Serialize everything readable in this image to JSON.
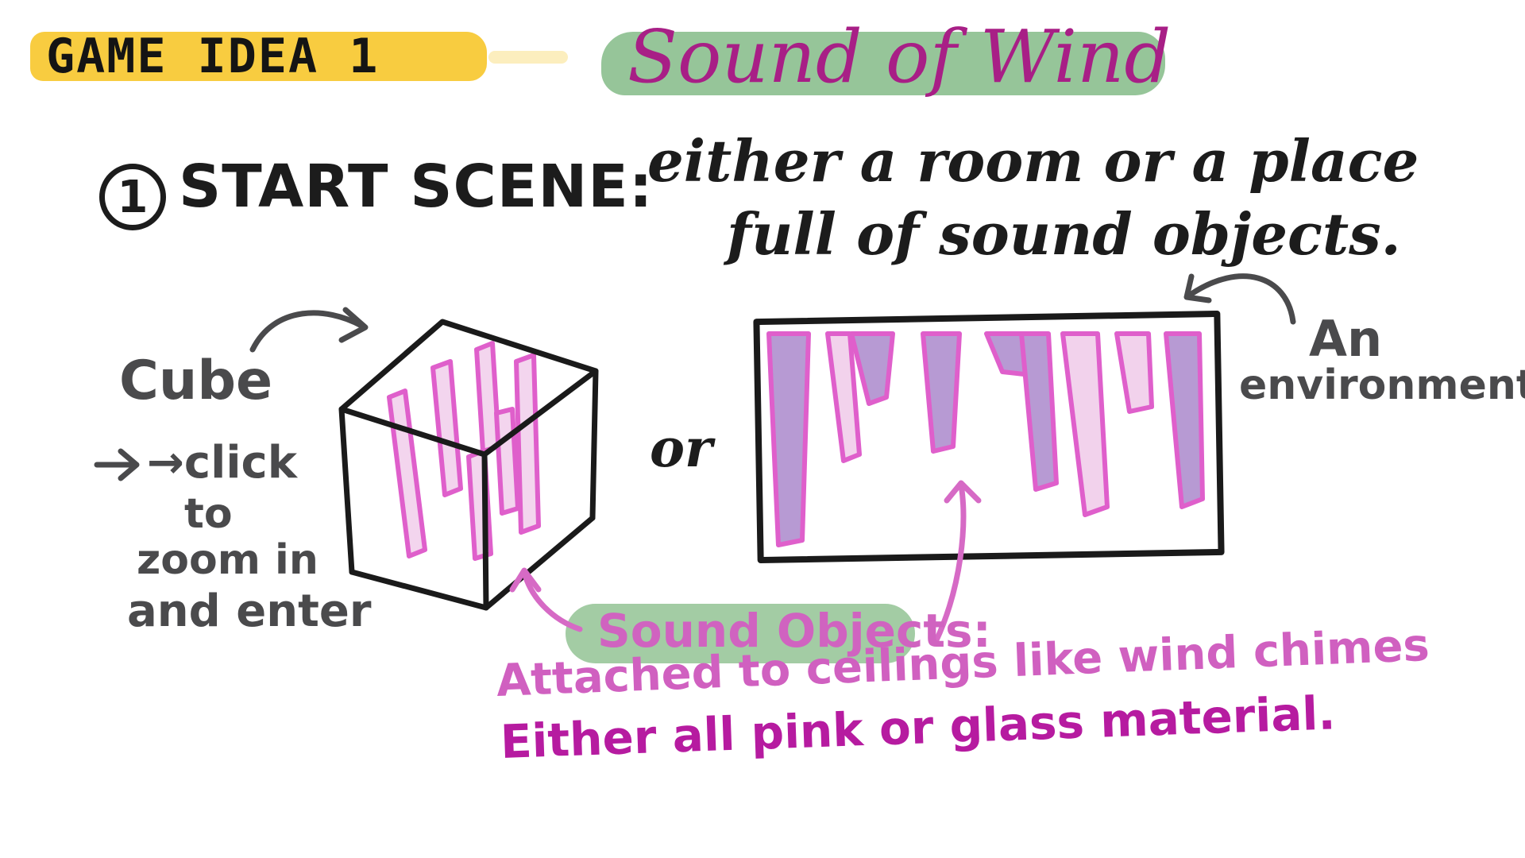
{
  "header": {
    "game_idea_label": "GAME IDEA 1",
    "title": "Sound of Wind"
  },
  "step": {
    "number": "1",
    "heading": "START SCENE:",
    "description_line_1": "either a room or a place",
    "description_line_2": "full of sound objects."
  },
  "cube_option": {
    "label": "Cube",
    "note_lines": [
      "→click",
      "to",
      "zoom in",
      "and enter"
    ]
  },
  "separator": "or",
  "environment_option": {
    "label_line_1": "An",
    "label_line_2": "environment"
  },
  "sound_objects": {
    "label": "Sound Objects:",
    "description_line_1": "Attached to ceilings like wind chimes",
    "description_line_2": "Either all pink or glass material."
  },
  "colors": {
    "highlight_yellow": "#f8c936",
    "highlight_green": "#90c293",
    "title_magenta": "#a81f86",
    "chime_pink": "#df5fcb",
    "chime_lavender": "#b79ad3",
    "ink_black": "#1c1c1c",
    "ink_gray": "#4a4a4c"
  }
}
